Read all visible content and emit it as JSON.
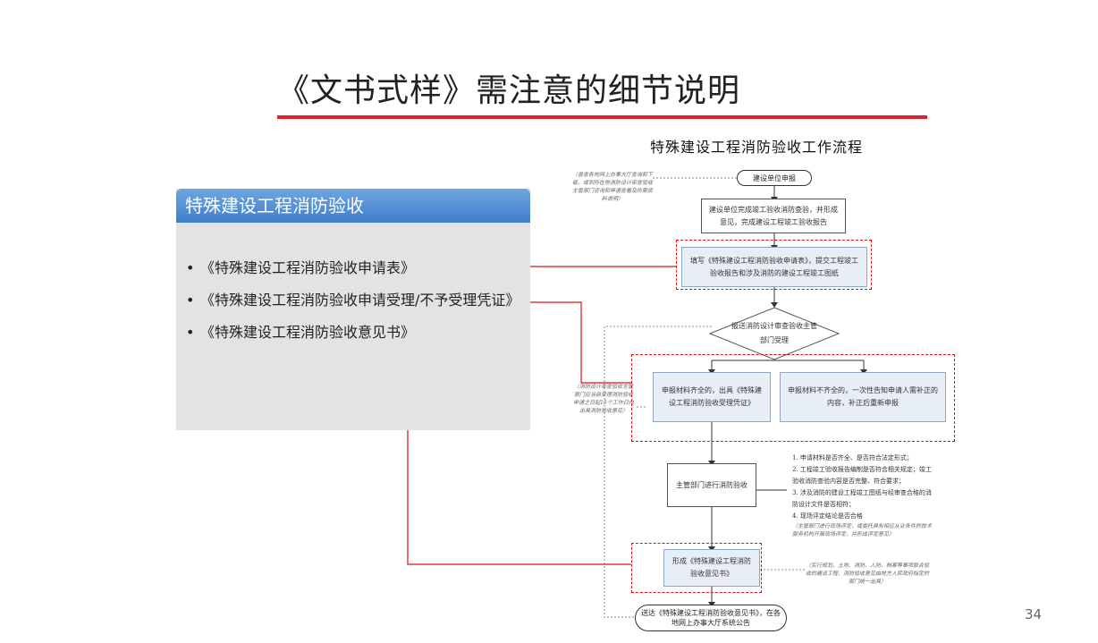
{
  "slide": {
    "title": "《文书式样》需注意的细节说明",
    "page_number": "34"
  },
  "panel": {
    "header": "特殊建设工程消防验收",
    "bullets": [
      "《特殊建设工程消防验收申请表》",
      "《特殊建设工程消防验收申请受理/不予受理凭证》",
      "《特殊建设工程消防验收意见书》"
    ]
  },
  "flowchart": {
    "title": "特殊建设工程消防验收工作流程",
    "start": "建设单位申报",
    "step1": "建设单位完成竣工验收消防查验，并形成意见，完成建设工程竣工验收报告",
    "step2": "填写《特殊建设工程消防验收申请表》，提交工程竣工验收报告和涉及消防的建设工程竣工图纸",
    "decision": "报送消防设计审查验收主管部门受理",
    "accept": "申报材料齐全的，出具《特殊建设工程消防验收受理凭证》",
    "reject": "申报材料不齐全的，一次性告知申请人需补正的内容，补正后重新申报",
    "inspect": "主管部门进行消防验收",
    "result": "形成《特殊建设工程消防验收意见书》",
    "end": "送达《特殊建设工程消防验收意见书》，在各地网上办事大厅系统公告",
    "note_top": "（普查各地网上办事大厅查询和下载，或到所在地消防设计审查验收主管部门咨询和申请查看及所需资料说明）",
    "note_left": "（消防设计审查验收主管部门应当自受理消防验收申请之日起15个工作日内出具消防验收意见）",
    "note_right": "（实行规划、土地、消防、人防、档案等事项联合验收的建设工程，消防验收意见由地方人民政府指定的部门统一出具）",
    "criteria": [
      "1. 申请材料是否齐全、是否符合法定形式；",
      "2. 工程竣工验收报告编制是否符合相关规定；竣工验收消防查验内容是否完整、符合要求；",
      "3. 涉及消防的建设工程竣工图纸与经审查合格的消防设计文件是否相符；",
      "4. 现场评定结论是否合格"
    ],
    "criteria_note": "（主管部门进行现场评定，或委托具有相应从业条件的技术服务机构开展现场评定，并形成评定意见）"
  },
  "colors": {
    "accent_red": "#d9262c",
    "header_blue": "#4a88d0",
    "panel_gray": "#e3e3e3",
    "dashed_red": "#e01010"
  }
}
